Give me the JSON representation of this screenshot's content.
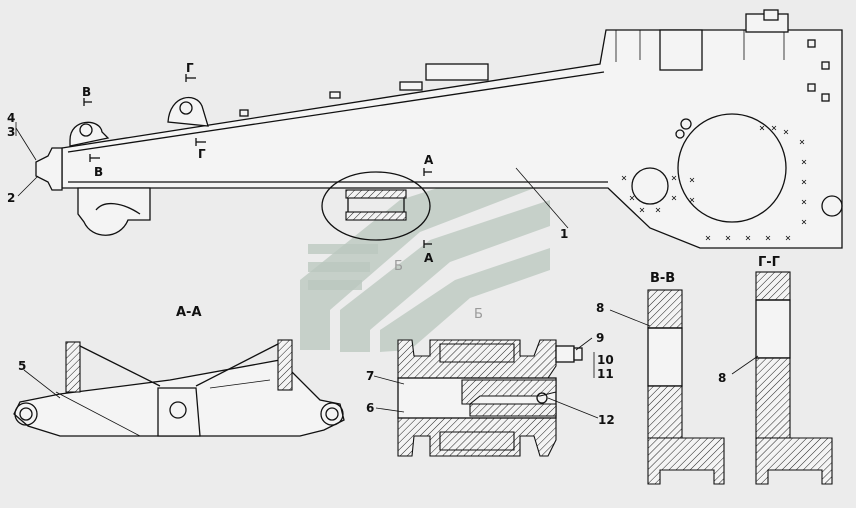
{
  "callouts": {
    "c1": "1",
    "c2": "2",
    "c3": "3",
    "c4": "4",
    "c5": "5",
    "c6": "6",
    "c7": "7",
    "c8a": "8",
    "c8b": "8",
    "c9": "9",
    "c10": "10",
    "c11": "11",
    "c12": "12"
  },
  "section_marks": {
    "a_top": "А",
    "a_bottom": "А",
    "v_top": "В",
    "v_bottom": "В",
    "g_top": "Г",
    "g_bottom": "Г",
    "b_detail": "Б"
  },
  "section_titles": {
    "aa": "А-А",
    "vv": "В-В",
    "gg": "Г-Г",
    "b": "Б"
  }
}
